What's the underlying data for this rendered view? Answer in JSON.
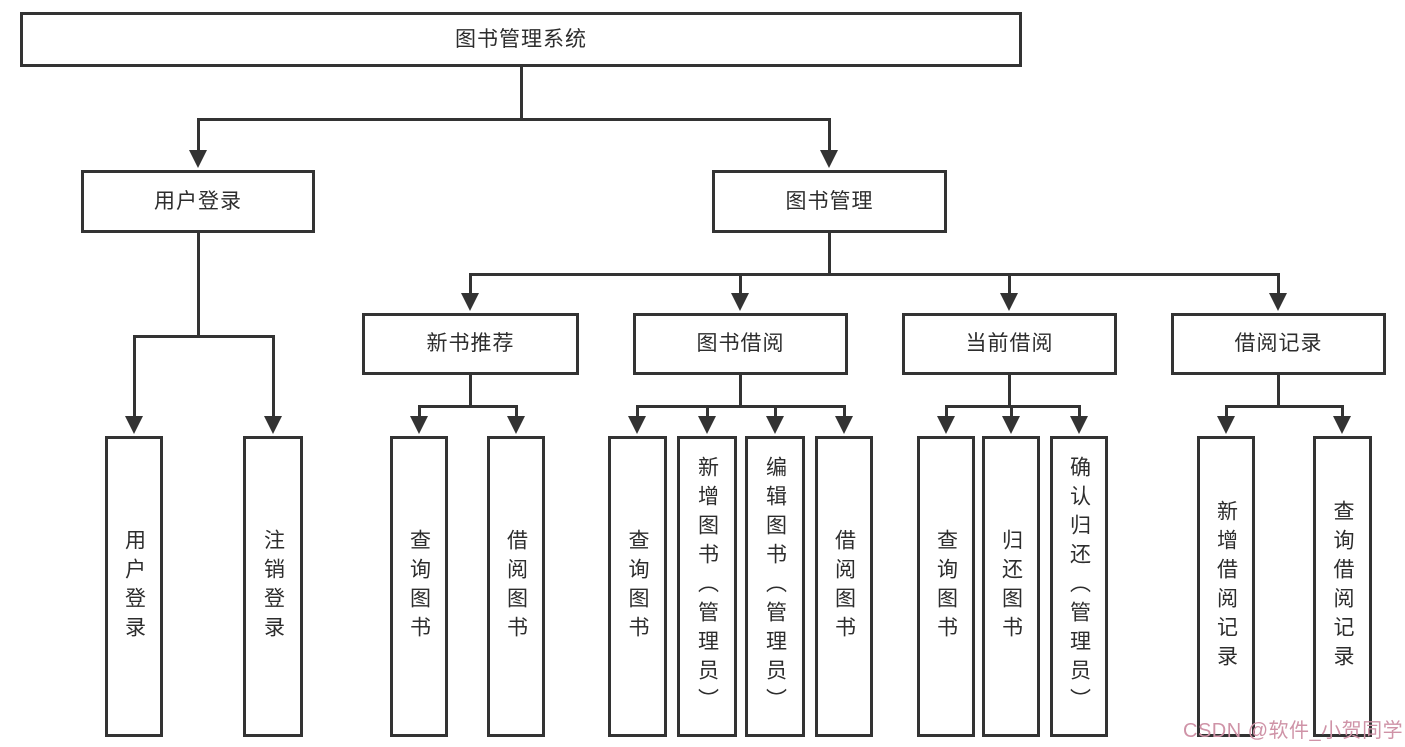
{
  "diagram": {
    "type": "tree",
    "title": "图书管理系统"
  },
  "nodes": [
    {
      "label": "图书管理系统",
      "parent": null,
      "level": 1
    },
    {
      "label": "用户登录",
      "parent": 0,
      "level": 2
    },
    {
      "label": "图书管理",
      "parent": 0,
      "level": 2
    },
    {
      "label": "新书推荐",
      "parent": 2,
      "level": 3
    },
    {
      "label": "图书借阅",
      "parent": 2,
      "level": 3
    },
    {
      "label": "当前借阅",
      "parent": 2,
      "level": 3
    },
    {
      "label": "借阅记录",
      "parent": 2,
      "level": 3
    },
    {
      "label": "用户登录",
      "parent": 1,
      "level": 4
    },
    {
      "label": "注销登录",
      "parent": 1,
      "level": 4
    },
    {
      "label": "查询图书",
      "parent": 3,
      "level": 4
    },
    {
      "label": "借阅图书",
      "parent": 3,
      "level": 4
    },
    {
      "label": "查询图书",
      "parent": 4,
      "level": 4
    },
    {
      "label": "新增图书（管理员）",
      "parent": 4,
      "level": 4
    },
    {
      "label": "编辑图书（管理员）",
      "parent": 4,
      "level": 4
    },
    {
      "label": "借阅图书",
      "parent": 4,
      "level": 4
    },
    {
      "label": "查询图书",
      "parent": 5,
      "level": 4
    },
    {
      "label": "归还图书",
      "parent": 5,
      "level": 4
    },
    {
      "label": "确认归还（管理员）",
      "parent": 5,
      "level": 4
    },
    {
      "label": "新增借阅记录",
      "parent": 6,
      "level": 4
    },
    {
      "label": "查询借阅记录",
      "parent": 6,
      "level": 4
    }
  ],
  "watermark": {
    "text": "CSDN @软件_小贺同学",
    "color": "#cf93a7"
  },
  "colors": {
    "line": "#333333",
    "box_border": "#333333",
    "text": "#2d2d2d",
    "background": "#ffffff"
  }
}
